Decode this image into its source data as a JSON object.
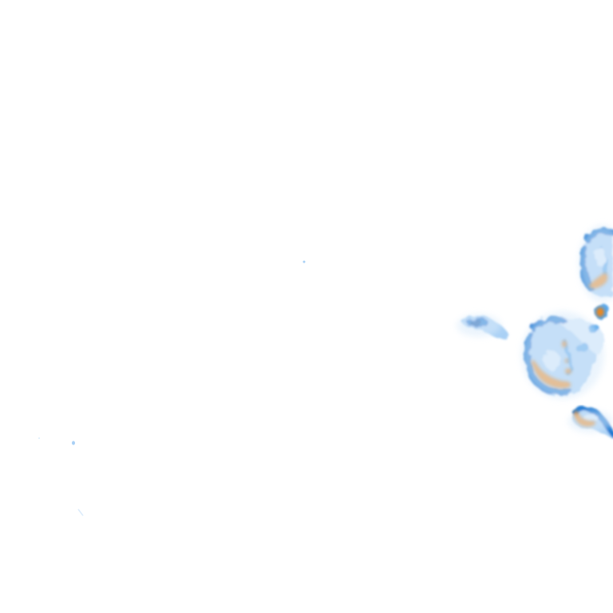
{
  "map": {
    "type": "precipitation-radar-overlay",
    "background_color": "#ffffff",
    "palette": {
      "very_light": "#dcecfb",
      "light": "#a9d0f5",
      "medium": "#5aa7ea",
      "strong": "#1f77d0",
      "heavy": "#0a52a8",
      "intense": "#f08a1c",
      "intense_edge": "#b85e0c"
    },
    "cell_count": 6,
    "intense_core_count": 6
  }
}
